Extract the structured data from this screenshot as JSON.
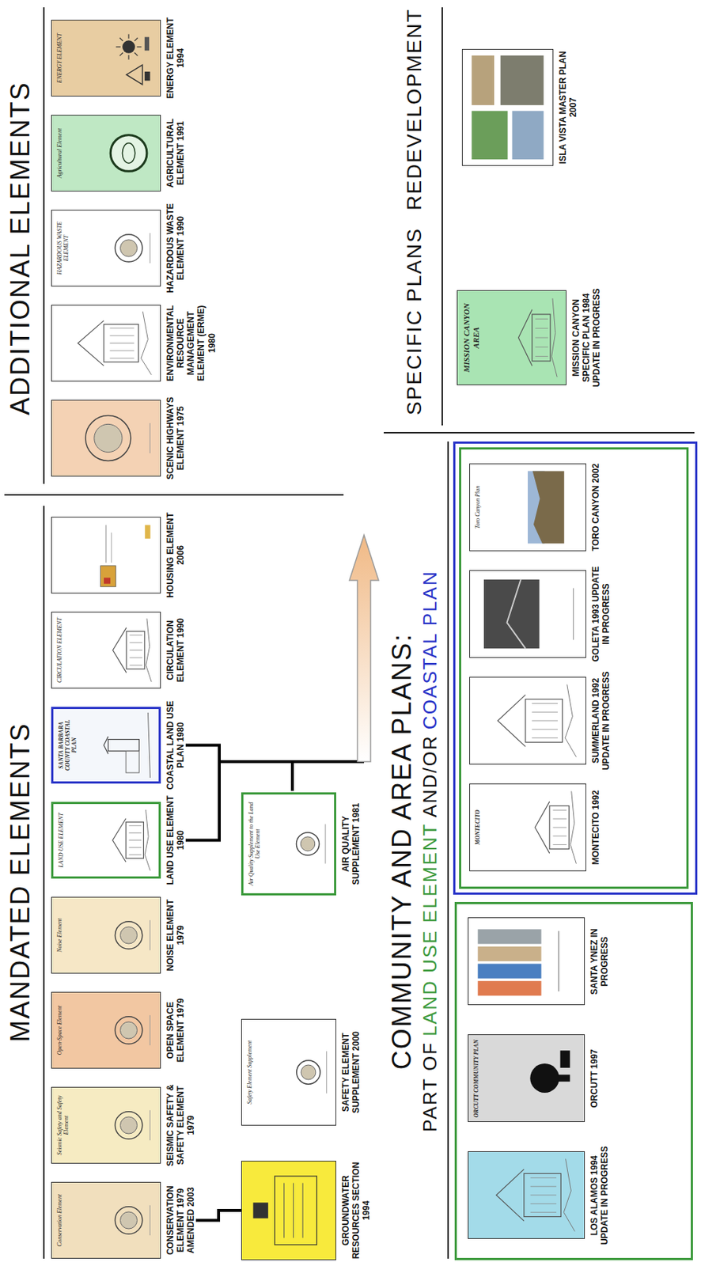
{
  "diagram": {
    "nodes": [
      {
        "text": [
          "Conservation Element",
          "CONSERVATION ELEMENT 1979 AMENDED 2003"
        ]
      },
      {
        "text": [
          "Seismic Safety and Safety Element",
          "SEISMIC SAFETY & SAFETY ELEMENT 1979"
        ]
      },
      {
        "text": [
          "Open-Space Element",
          "OPEN SPACE ELEMENT 1979"
        ]
      },
      {
        "text": [
          "Noise Element",
          "NOISE ELEMENT 1979"
        ]
      },
      {
        "text": [
          "LAND USE ELEMENT",
          "LAND USE ELEMENT 1980"
        ]
      },
      {
        "text": [
          "SANTA BARBARA COUNTY COASTAL PLAN",
          "COASTAL LAND USE PLAN 1980"
        ]
      },
      {
        "text": [
          "CIRCULATION ELEMENT",
          "CIRCULATION ELEMENT 1990"
        ]
      },
      {
        "text": [
          "HOUSING ELEMENT 2006"
        ]
      },
      {
        "text": [
          "SCENIC HIGHWAYS ELEMENT 1975"
        ]
      },
      {
        "text": [
          "ENVIRONMENTAL RESOURCE MANAGEMENT ELEMENT (ERME) 1980"
        ]
      },
      {
        "text": [
          "HAZARDOUS WASTE ELEMENT",
          "HAZARDOUS WASTE ELEMENT 1990"
        ]
      },
      {
        "text": [
          "Agricultural Element",
          "AGRICULTURAL ELEMENT 1991"
        ]
      },
      {
        "text": [
          "ENERGY ELEMENT",
          "ENERGY ELEMENT 1994"
        ]
      },
      {
        "text": [
          "GROUNDWATER RESOURCES SECTION 1994"
        ]
      },
      {
        "text": [
          "Safety Element Supplement",
          "SAFETY ELEMENT SUPPLEMENT 2000"
        ]
      },
      {
        "text": [
          "Air Quality Supplement to the Land Use Element",
          "AIR QUALITY SUPPLEMENT 1981"
        ]
      },
      {
        "text": []
      },
      {
        "text": [
          "LOS ALAMOS 1994 UPDATE IN PROGRESS"
        ],
        "in": 16
      },
      {
        "text": [
          "ORCUTT COMMUNITY PLAN",
          "ORCUTT 1997"
        ],
        "in": 16
      },
      {
        "text": [
          "SANTA YNEZ IN PROGRESS"
        ],
        "in": 16
      },
      {
        "text": []
      },
      {
        "text": [],
        "in": 20
      },
      {
        "text": [
          "MONTECITO",
          "MONTECITO 1992"
        ],
        "in": 21
      },
      {
        "text": [
          "SUMMERLAND 1992 UPDATE IN PROGRESS"
        ],
        "in": 21
      },
      {
        "text": [
          "GOLETA 1993 UPDATE IN PROGRESS"
        ],
        "in": 21
      },
      {
        "text": [
          "Toro Canyon Plan",
          "TORO CANYON 2002"
        ],
        "in": 21
      },
      {
        "text": [
          "MISSION CANYON AREA",
          "MISSION CANYON SPECIFIC PLAN 1984 UPDATE IN PROGRESS"
        ]
      },
      {
        "text": [
          "ISLA VISTA MASTER PLAN 2007"
        ]
      }
    ],
    "edges": [
      {
        "from": 0,
        "to": 13,
        "arrow": "none"
      },
      {
        "from": 4,
        "to": 15,
        "arrow": "none"
      },
      {
        "from": 5,
        "to": 15,
        "arrow": "none"
      }
    ],
    "labels": [
      "MANDATED ELEMENTS",
      "ADDITIONAL ELEMENTS",
      "COMMUNITY AND AREA PLANS:",
      "PART OF",
      "LAND USE ELEMENT",
      "AND/OR",
      "COASTAL PLAN",
      "SPECIFIC PLANS",
      "REDEVELOPMENT"
    ]
  }
}
